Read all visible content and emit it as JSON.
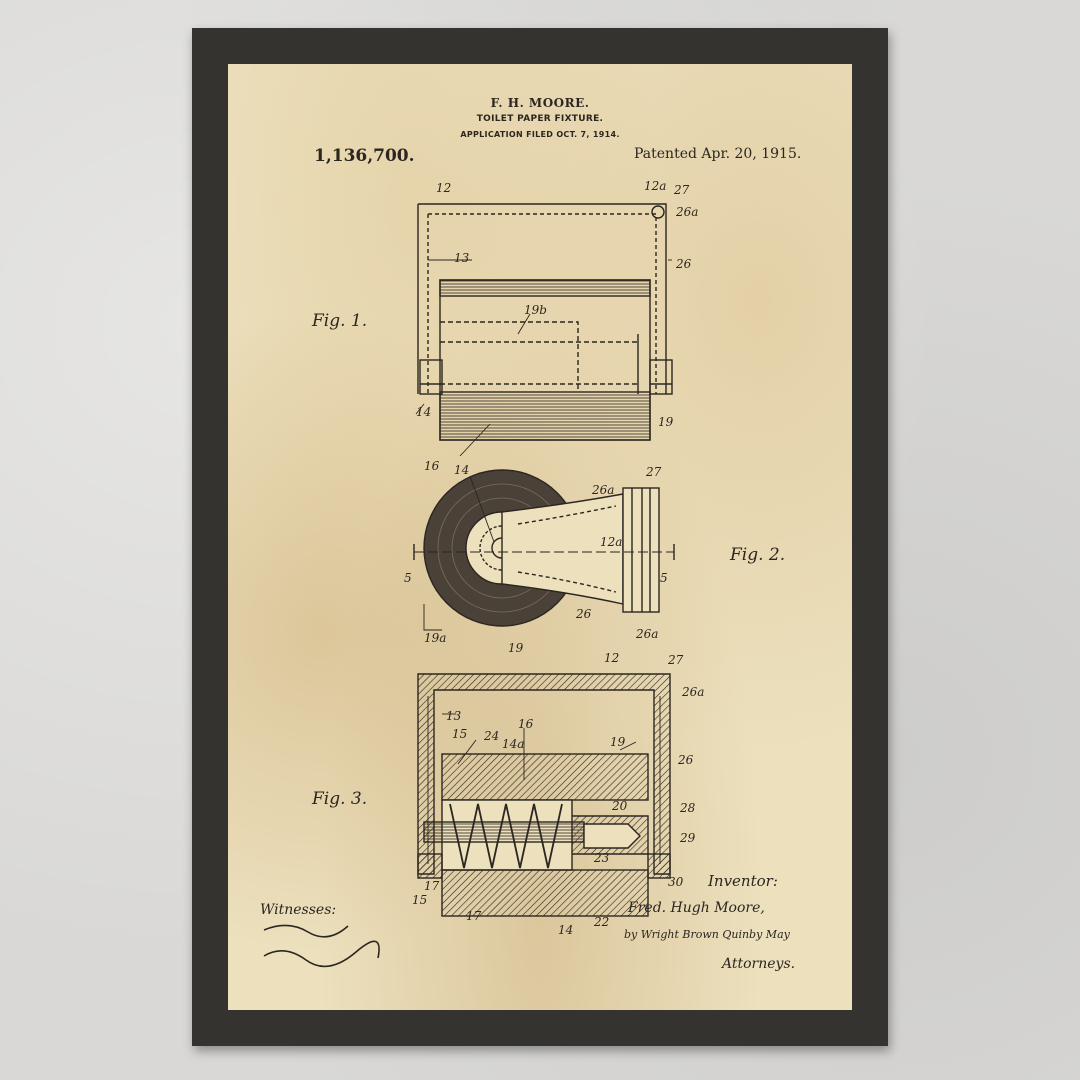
{
  "patent": {
    "inventor": "F. H. MOORE.",
    "title": "TOILET PAPER FIXTURE.",
    "application_filed": "APPLICATION FILED OCT. 7, 1914.",
    "number": "1,136,700.",
    "patented_date": "Patented Apr. 20, 1915."
  },
  "figures": {
    "fig1": "Fig. 1.",
    "fig2": "Fig. 2.",
    "fig3": "Fig. 3."
  },
  "labels": {
    "fig1": [
      "12",
      "12a",
      "27",
      "26a",
      "13",
      "26",
      "19b",
      "14",
      "19",
      "16"
    ],
    "fig2": [
      "14",
      "27",
      "26a",
      "12a",
      "5",
      "5",
      "26",
      "26a",
      "19a",
      "19"
    ],
    "fig3": [
      "12",
      "27",
      "26a",
      "13",
      "15",
      "24",
      "14a",
      "16",
      "19",
      "26",
      "20",
      "28",
      "29",
      "23",
      "17",
      "15",
      "17",
      "22",
      "14",
      "30"
    ]
  },
  "footer": {
    "witnesses_label": "Witnesses:",
    "inventor_label": "Inventor:",
    "inventor_name": "Fred. Hugh Moore,",
    "by_line": "by Wright Brown Quinby May",
    "attorneys_label": "Attorneys."
  },
  "colors": {
    "frame": "#34332f",
    "paper": "#ece0bd",
    "ink": "#2b2620",
    "wall": "#d9d8d6"
  }
}
